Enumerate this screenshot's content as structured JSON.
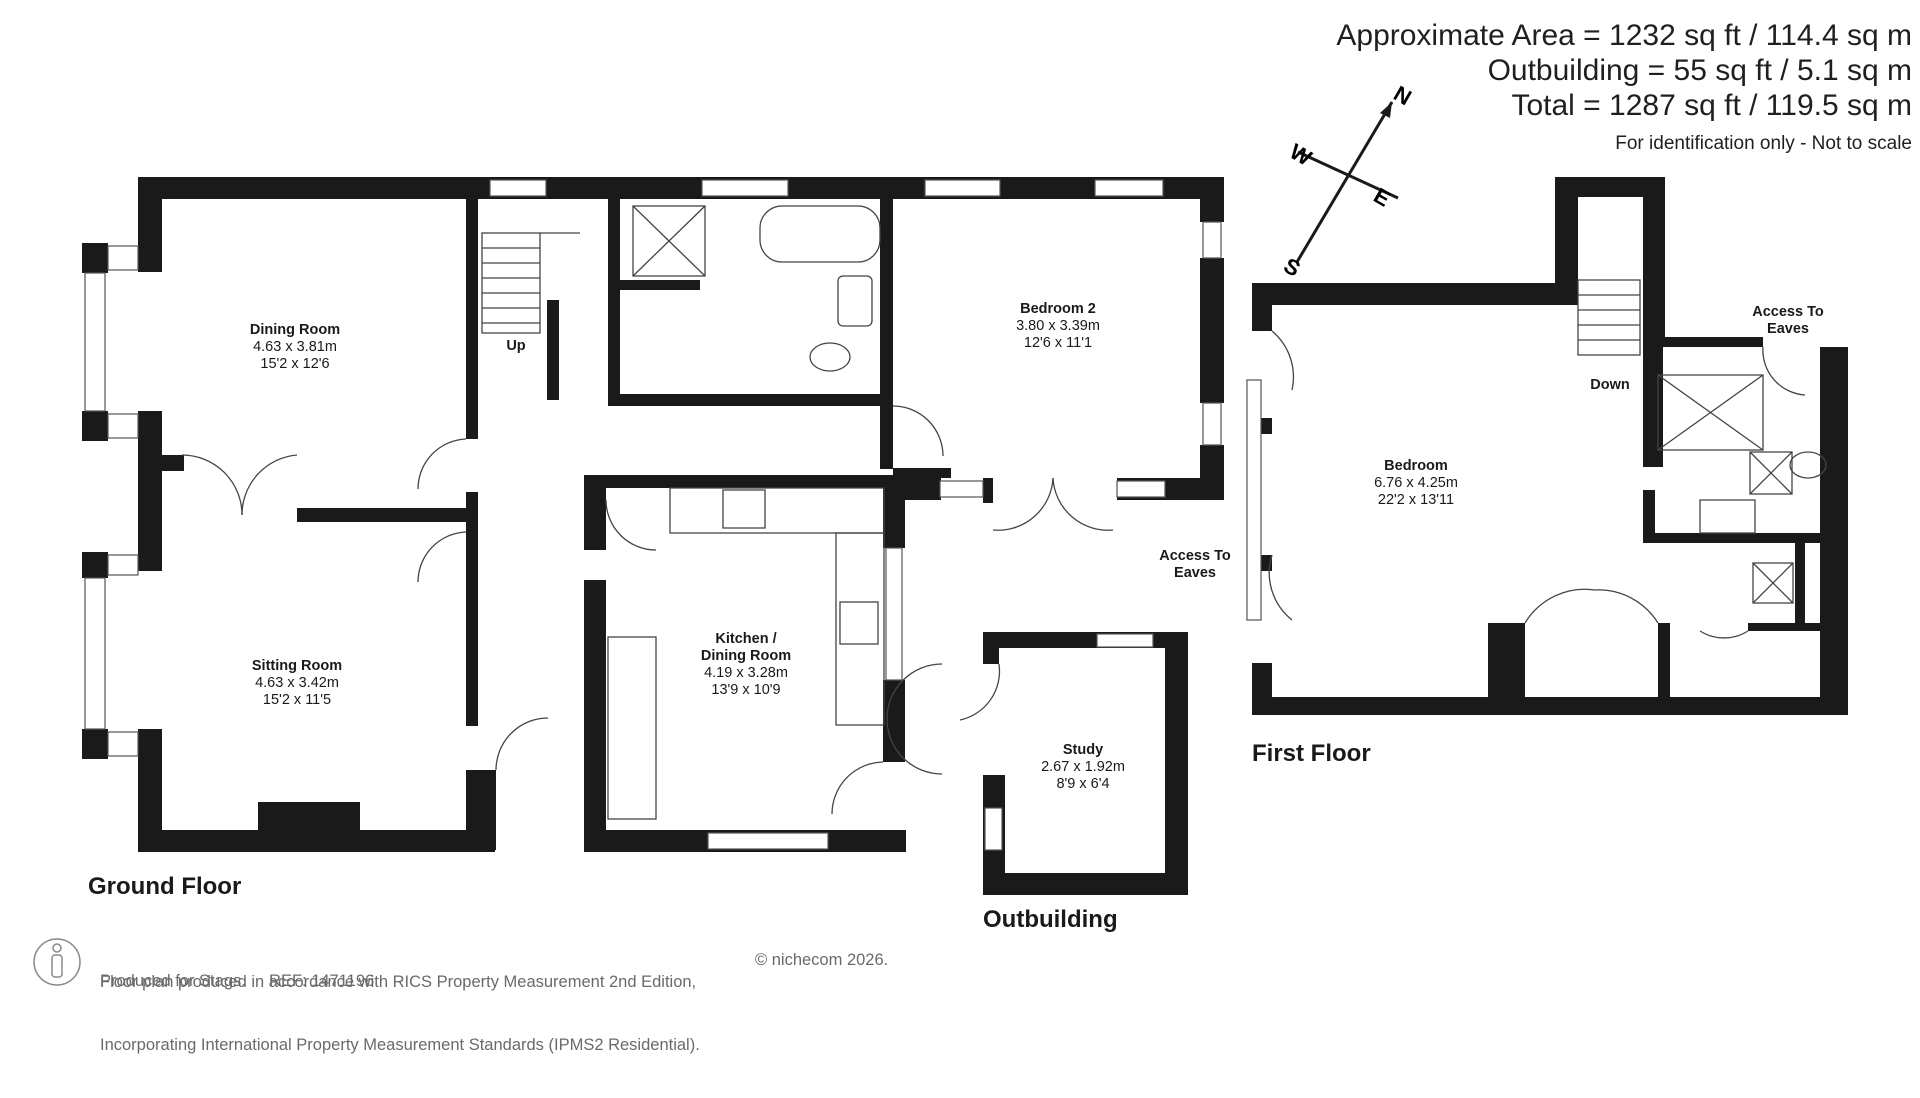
{
  "header": {
    "approx_area": "Approximate Area = 1232 sq ft / 114.4 sq m",
    "outbuilding": "Outbuilding = 55 sq ft / 5.1 sq m",
    "total": "Total = 1287 sq ft / 119.5 sq m",
    "note": "For identification only - Not to scale"
  },
  "compass": {
    "n": "N",
    "s": "S",
    "e": "E",
    "w": "W"
  },
  "floors": {
    "ground": "Ground Floor",
    "first": "First Floor",
    "outbuilding": "Outbuilding"
  },
  "rooms": {
    "dining": {
      "name": "Dining Room",
      "metric": "4.63 x 3.81m",
      "imperial": "15'2 x 12'6"
    },
    "sitting": {
      "name": "Sitting Room",
      "metric": "4.63 x 3.42m",
      "imperial": "15'2 x 11'5"
    },
    "kitchen": {
      "name1": "Kitchen /",
      "name2": "Dining Room",
      "metric": "4.19 x 3.28m",
      "imperial": "13'9 x 10'9"
    },
    "bedroom2": {
      "name": "Bedroom 2",
      "metric": "3.80 x 3.39m",
      "imperial": "12'6 x 11'1"
    },
    "study": {
      "name": "Study",
      "metric": "2.67 x 1.92m",
      "imperial": "8'9 x 6'4"
    },
    "bedroom": {
      "name": "Bedroom",
      "metric": "6.76 x 4.25m",
      "imperial": "22'2 x 13'11"
    }
  },
  "labels": {
    "up": "Up",
    "down": "Down",
    "eaves_top": {
      "l1": "Access To",
      "l2": "Eaves"
    },
    "eaves_left": {
      "l1": "Access To",
      "l2": "Eaves"
    }
  },
  "footer": {
    "line1": "Floor plan produced in accordance with RICS Property Measurement 2nd Edition,",
    "line2": "Incorporating International Property Measurement Standards (IPMS2 Residential).",
    "copyright": "© nichecom 2026.",
    "produced": "Produced for Stags.",
    "ref": "REF: 1471196"
  }
}
